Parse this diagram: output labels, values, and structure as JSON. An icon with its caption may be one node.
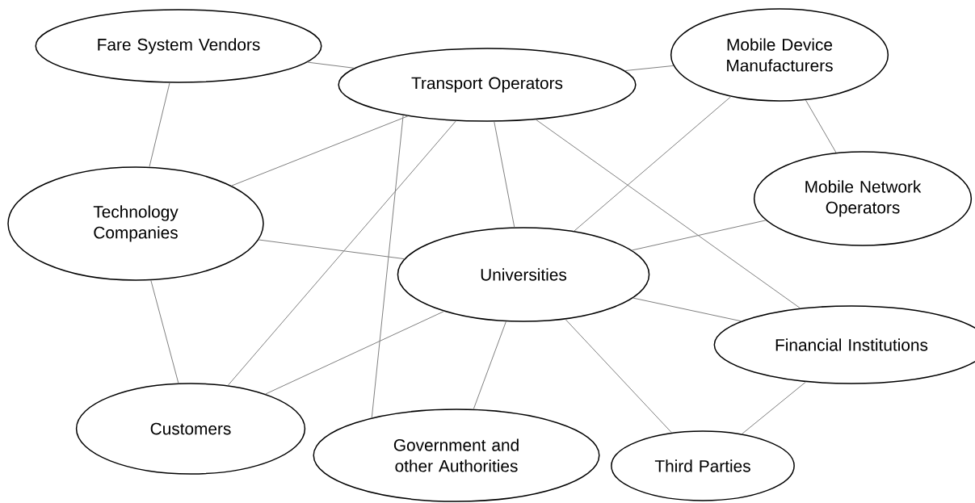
{
  "diagram": {
    "nodes": [
      {
        "text": [
          "Fare System Vendors"
        ]
      },
      {
        "text": [
          "Transport Operators"
        ]
      },
      {
        "text": [
          "Mobile Device Manufacturers"
        ]
      },
      {
        "text": [
          "Technology Companies"
        ]
      },
      {
        "text": [
          "Mobile Network Operators"
        ]
      },
      {
        "text": [
          "Universities"
        ]
      },
      {
        "text": [
          "Financial Institutions"
        ]
      },
      {
        "text": [
          "Customers"
        ]
      },
      {
        "text": [
          "Government and other Authorities"
        ]
      },
      {
        "text": [
          "Third Parties"
        ]
      }
    ],
    "edges": [
      {
        "from": 0,
        "to": 1,
        "arrow": "none"
      },
      {
        "from": 0,
        "to": 3,
        "arrow": "none"
      },
      {
        "from": 1,
        "to": 2,
        "arrow": "none"
      },
      {
        "from": 1,
        "to": 3,
        "arrow": "none"
      },
      {
        "from": 1,
        "to": 5,
        "arrow": "none"
      },
      {
        "from": 1,
        "to": 6,
        "arrow": "none"
      },
      {
        "from": 1,
        "to": 7,
        "arrow": "none"
      },
      {
        "from": 1,
        "to": 8,
        "arrow": "none"
      },
      {
        "from": 2,
        "to": 4,
        "arrow": "none"
      },
      {
        "from": 2,
        "to": 5,
        "arrow": "none"
      },
      {
        "from": 3,
        "to": 5,
        "arrow": "none"
      },
      {
        "from": 3,
        "to": 7,
        "arrow": "none"
      },
      {
        "from": 5,
        "to": 4,
        "arrow": "none"
      },
      {
        "from": 5,
        "to": 7,
        "arrow": "none"
      },
      {
        "from": 5,
        "to": 8,
        "arrow": "none"
      },
      {
        "from": 5,
        "to": 6,
        "arrow": "none"
      },
      {
        "from": 5,
        "to": 9,
        "arrow": "none"
      },
      {
        "from": 6,
        "to": 9,
        "arrow": "none"
      }
    ]
  }
}
